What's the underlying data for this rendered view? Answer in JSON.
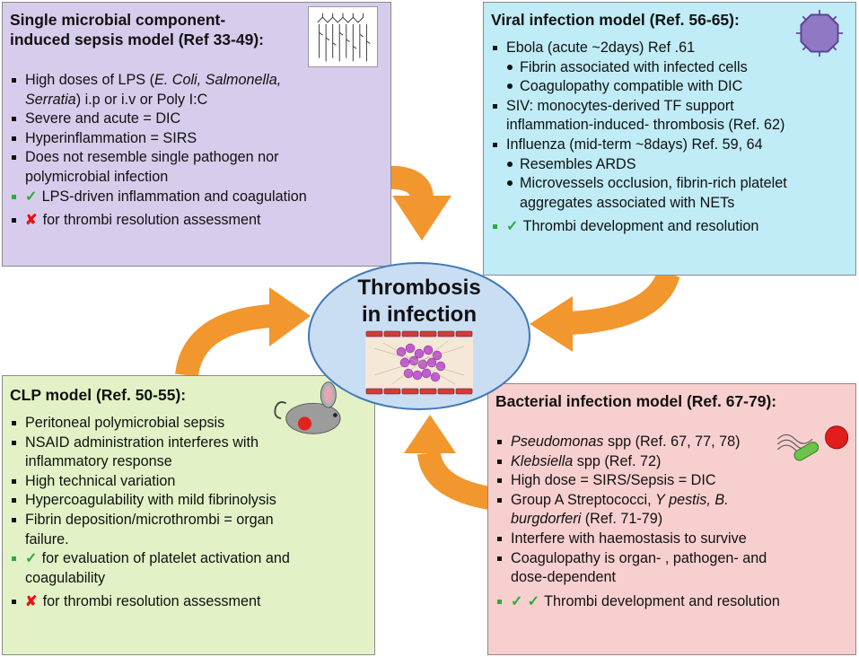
{
  "center": {
    "line1": "Thrombosis",
    "line2": "in infection"
  },
  "colors": {
    "arrow": "#f2962e",
    "check": "#2eaa3a",
    "cross": "#ee1111",
    "center_fill": "#c9ddf3",
    "center_border": "#3f78b6"
  },
  "boxes": {
    "single": {
      "title1": "Single microbial component-",
      "title2": "induced sepsis model (Ref 33-49):",
      "lps_pre": "High doses of LPS (",
      "lps_ital1": "E. Coli, Salmonella,",
      "lps_ital2": "Serratia",
      "lps_post": ") i.p or i.v or Poly I:C",
      "i2": "Severe and acute = DIC",
      "i3": "Hyperinflammation = SIRS",
      "i4a": "Does not resemble single pathogen nor",
      "i4b": "polymicrobial infection",
      "i5": "LPS-driven inflammation and coagulation",
      "i6": "for thrombi resolution assessment",
      "check": "✓",
      "cross": "✘"
    },
    "viral": {
      "title": "Viral infection model (Ref. 56-65):",
      "i1": "Ebola (acute ~2days) Ref .61",
      "i1s1": "Fibrin associated with infected cells",
      "i1s2": "Coagulopathy compatible with DIC",
      "i2a": "SIV: monocytes-derived TF support",
      "i2b": "inflammation-induced- thrombosis (Ref. 62)",
      "i3": "Influenza (mid-term ~8days) Ref. 59, 64",
      "i3s1": "Resembles ARDS",
      "i3s2a": "Microvessels occlusion, fibrin-rich platelet",
      "i3s2b": "aggregates associated with NETs",
      "i4": "Thrombi development and resolution",
      "check": "✓"
    },
    "clp": {
      "title": "CLP model (Ref. 50-55):",
      "i1": "Peritoneal polymicrobial sepsis",
      "i2a": "NSAID administration interferes with",
      "i2b": "inflammatory response",
      "i3": "High technical variation",
      "i4": "Hypercoagulability with mild fibrinolysis",
      "i5a": "Fibrin deposition/microthrombi = organ",
      "i5b": "failure.",
      "i6a": "for evaluation of platelet activation and",
      "i6b": "coagulability",
      "i7": "for thrombi resolution assessment",
      "check": "✓",
      "cross": "✘"
    },
    "bacterial": {
      "title": "Bacterial infection model (Ref. 67-79):",
      "i1_ital": "Pseudomonas",
      "i1_rest": " spp (Ref. 67, 77, 78)",
      "i2_ital": "Klebsiella",
      "i2_rest": " spp (Ref. 72)",
      "i3": "High dose = SIRS/Sepsis = DIC",
      "i4_pre": "Group A Streptococci, ",
      "i4_ital": "Y pestis, B.",
      "i4_ital2": "burgdorferi",
      "i4_rest": " (Ref. 71-79)",
      "i5": "Interfere with haemostasis to survive",
      "i6a": "Coagulopathy is organ- , pathogen- and",
      "i6b": "dose-dependent",
      "i7": "Thrombi development and resolution",
      "check": "✓"
    }
  }
}
